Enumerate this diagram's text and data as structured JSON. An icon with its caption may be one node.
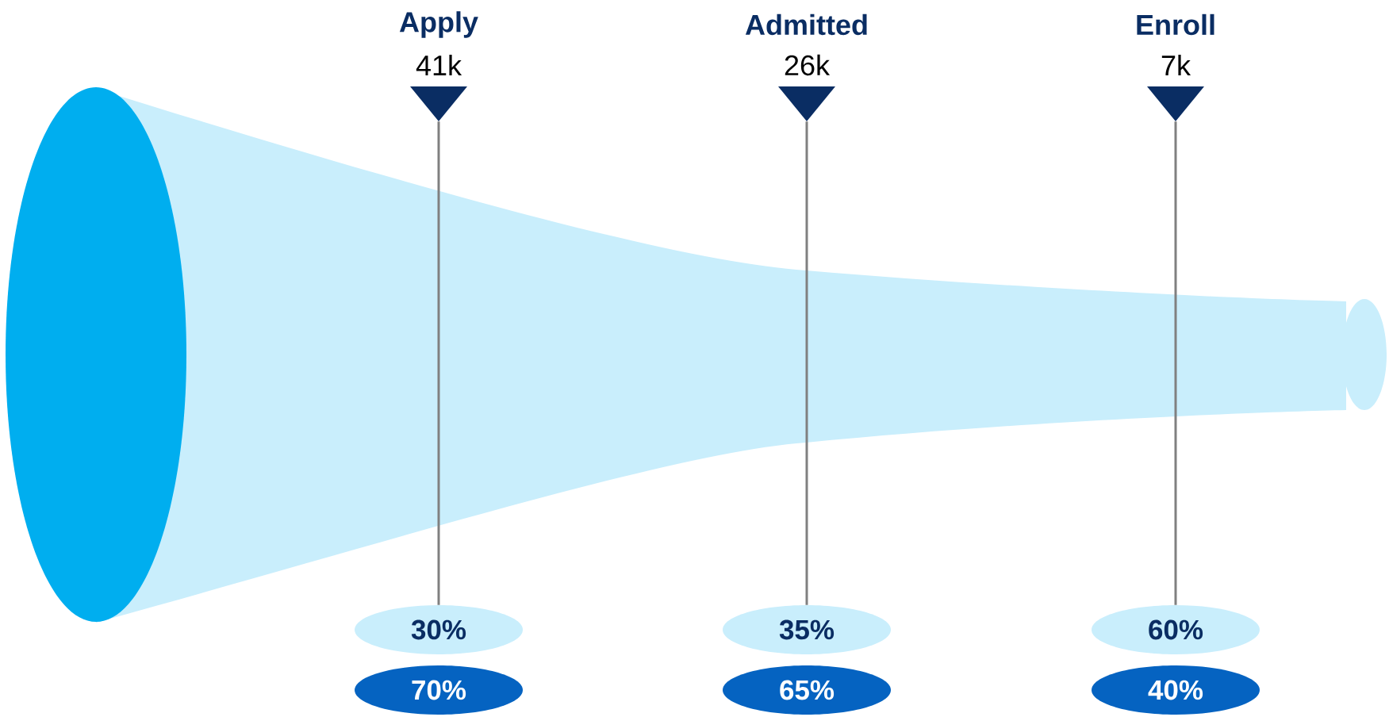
{
  "diagram": {
    "nodes": [
      {
        "text": [
          "Apply",
          "41k"
        ]
      },
      {
        "text": [
          "Admitted",
          "26k"
        ]
      },
      {
        "text": [
          "Enroll",
          "7k"
        ]
      },
      {
        "text": [
          "30%"
        ]
      },
      {
        "text": [
          "35%"
        ]
      },
      {
        "text": [
          "60%"
        ]
      },
      {
        "text": [
          "70%"
        ]
      },
      {
        "text": [
          "65%"
        ]
      },
      {
        "text": [
          "40%"
        ]
      }
    ],
    "edges": [
      {
        "from": 0,
        "to": 3,
        "arrow": "none"
      },
      {
        "from": 1,
        "to": 4,
        "arrow": "none"
      },
      {
        "from": 2,
        "to": 5,
        "arrow": "none"
      }
    ]
  }
}
